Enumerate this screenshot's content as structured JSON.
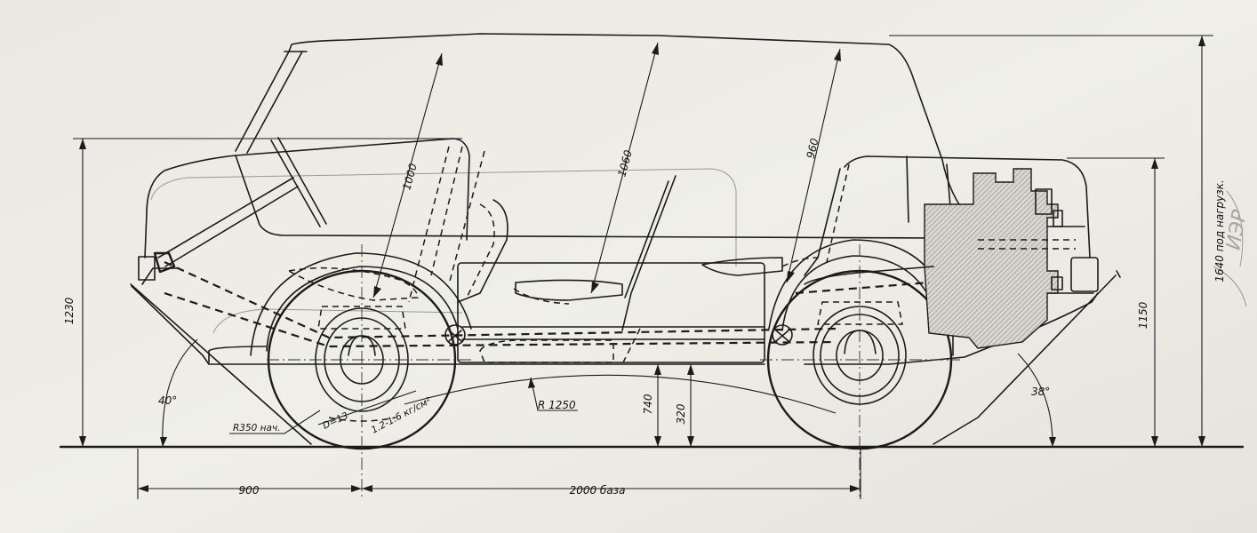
{
  "dimensions": {
    "total_height": "1640 под нагрузк.",
    "body_height_front": "1230",
    "body_height_rear": "1150",
    "headroom_front": "1000",
    "headroom_middle": "1060",
    "headroom_rear": "960",
    "ground_clearance": "320",
    "floor_height": "740",
    "front_overhang": "900",
    "wheelbase": "2000 база",
    "ramp_radius": "R 1250",
    "approach_angle": "40°",
    "departure_angle": "38°",
    "wheel_radius": "R350 нач.",
    "tyre_size": "D=13",
    "tyre_pressure": "1.2-1.6 кг/см²"
  },
  "margin_note": "ИЭР"
}
